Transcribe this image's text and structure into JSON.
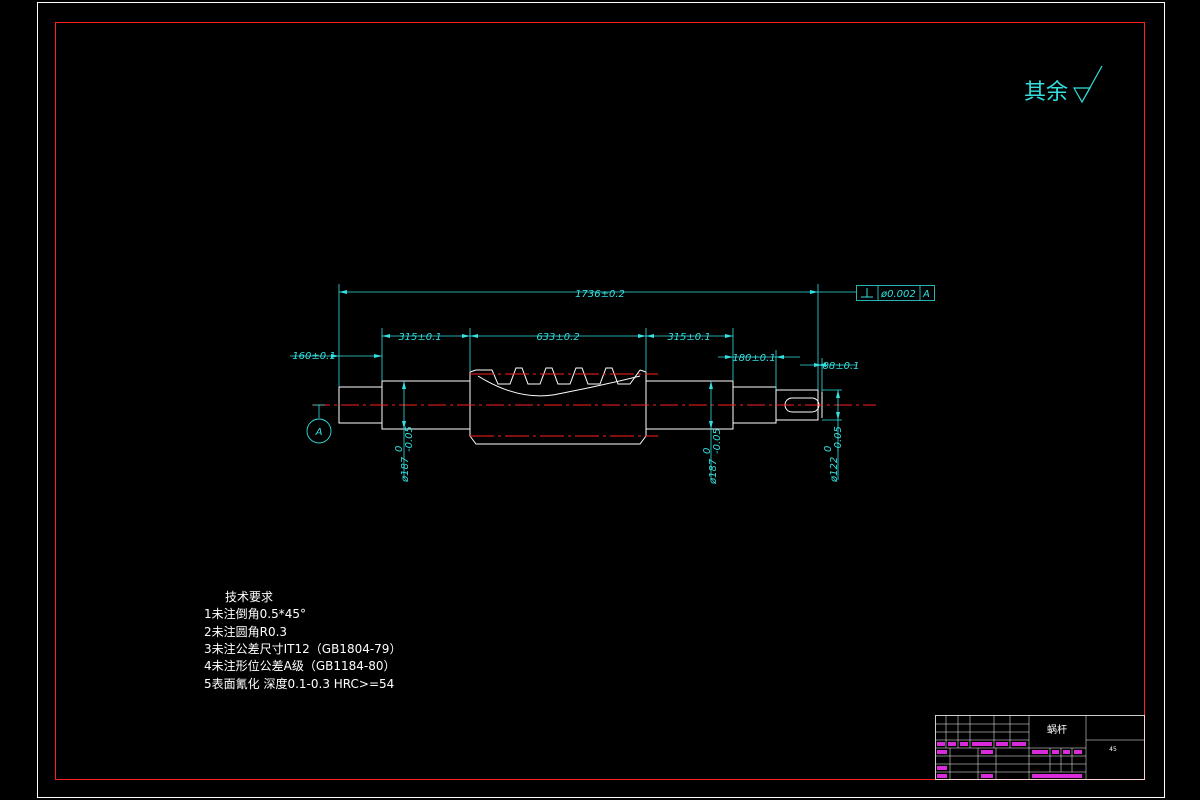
{
  "surface_note": {
    "text": "其余"
  },
  "dimensions": {
    "overall": "1736±0.2",
    "left_end": "160±0.1",
    "journal_left": "315±0.1",
    "worm": "633±0.2",
    "journal_right": "315±0.1",
    "right_step": "180±0.1",
    "keyway": "88±0.1",
    "dia_left_main": "ø187",
    "dia_left_tol_upper": "0",
    "dia_left_tol_lower": "-0.05",
    "dia_right_main": "ø187",
    "dia_right_tol_upper": "0",
    "dia_right_tol_lower": "-0.05",
    "dia_end_main": "ø122",
    "dia_end_tol_upper": "0",
    "dia_end_tol_lower": "-0.05"
  },
  "tolerance_frame": {
    "value": "ø0.002",
    "datum": "A"
  },
  "datum": {
    "label": "A"
  },
  "tech_requirements": {
    "title": "技术要求",
    "items": [
      "1未注倒角0.5*45°",
      "2未注圆角R0.3",
      "3未注公差尺寸IT12（GB1804-79）",
      "4未注形位公差A级（GB1184-80）",
      "5表面氰化   深度0.1-0.3 HRC>=54"
    ]
  },
  "title_block": {
    "part_name": "蜗杆",
    "material": "45"
  },
  "colors": {
    "cyan": "#33e0e0",
    "red": "#ff2020",
    "magenta": "#ff33ff",
    "white": "#ffffff"
  }
}
